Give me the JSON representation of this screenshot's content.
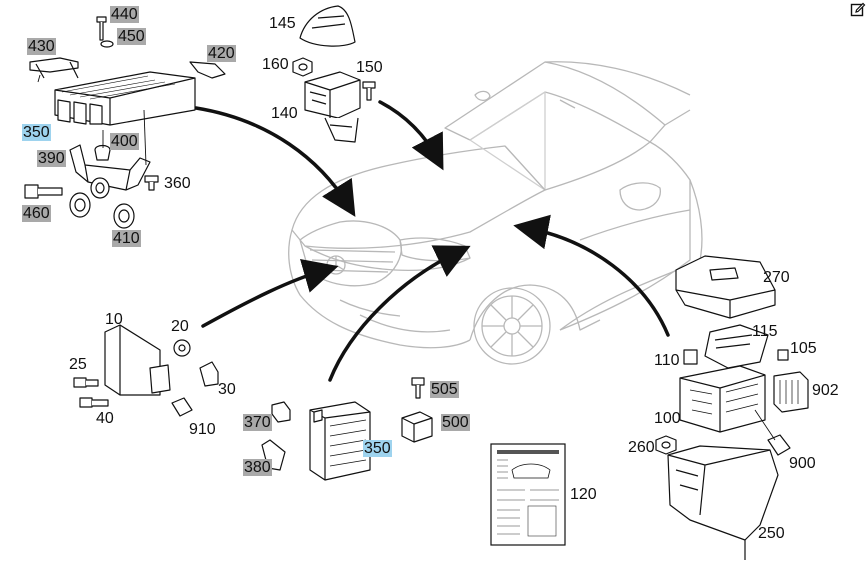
{
  "parts": [
    {
      "id": "p440",
      "number": "440",
      "style": "grey"
    },
    {
      "id": "p450",
      "number": "450",
      "style": "grey"
    },
    {
      "id": "p430",
      "number": "430",
      "style": "grey"
    },
    {
      "id": "p420",
      "number": "420",
      "style": "grey"
    },
    {
      "id": "p350a",
      "number": "350",
      "style": "blue"
    },
    {
      "id": "p400",
      "number": "400",
      "style": "grey"
    },
    {
      "id": "p390",
      "number": "390",
      "style": "grey"
    },
    {
      "id": "p360",
      "number": "360",
      "style": "plain"
    },
    {
      "id": "p460",
      "number": "460",
      "style": "grey"
    },
    {
      "id": "p410",
      "number": "410",
      "style": "grey"
    },
    {
      "id": "p145",
      "number": "145",
      "style": "plain"
    },
    {
      "id": "p160",
      "number": "160",
      "style": "plain"
    },
    {
      "id": "p150",
      "number": "150",
      "style": "plain"
    },
    {
      "id": "p140",
      "number": "140",
      "style": "plain"
    },
    {
      "id": "p10",
      "number": "10",
      "style": "plain"
    },
    {
      "id": "p20",
      "number": "20",
      "style": "plain"
    },
    {
      "id": "p25",
      "number": "25",
      "style": "plain"
    },
    {
      "id": "p30",
      "number": "30",
      "style": "plain"
    },
    {
      "id": "p40",
      "number": "40",
      "style": "plain"
    },
    {
      "id": "p910",
      "number": "910",
      "style": "plain"
    },
    {
      "id": "p505",
      "number": "505",
      "style": "grey"
    },
    {
      "id": "p370",
      "number": "370",
      "style": "grey"
    },
    {
      "id": "p500",
      "number": "500",
      "style": "grey"
    },
    {
      "id": "p350b",
      "number": "350",
      "style": "blue"
    },
    {
      "id": "p380",
      "number": "380",
      "style": "grey"
    },
    {
      "id": "p120",
      "number": "120",
      "style": "plain"
    },
    {
      "id": "p270",
      "number": "270",
      "style": "plain"
    },
    {
      "id": "p115",
      "number": "115",
      "style": "plain"
    },
    {
      "id": "p110",
      "number": "110",
      "style": "plain"
    },
    {
      "id": "p105",
      "number": "105",
      "style": "plain"
    },
    {
      "id": "p902",
      "number": "902",
      "style": "plain"
    },
    {
      "id": "p100",
      "number": "100",
      "style": "plain"
    },
    {
      "id": "p260",
      "number": "260",
      "style": "plain"
    },
    {
      "id": "p900",
      "number": "900",
      "style": "plain"
    },
    {
      "id": "p250",
      "number": "250",
      "style": "plain"
    }
  ],
  "colors": {
    "grey_label": "#a9a9a9",
    "blue_label": "#9ed3ee",
    "line": "#111111",
    "car_outline": "#b5b5b5"
  },
  "edit_icon": "edit-icon"
}
